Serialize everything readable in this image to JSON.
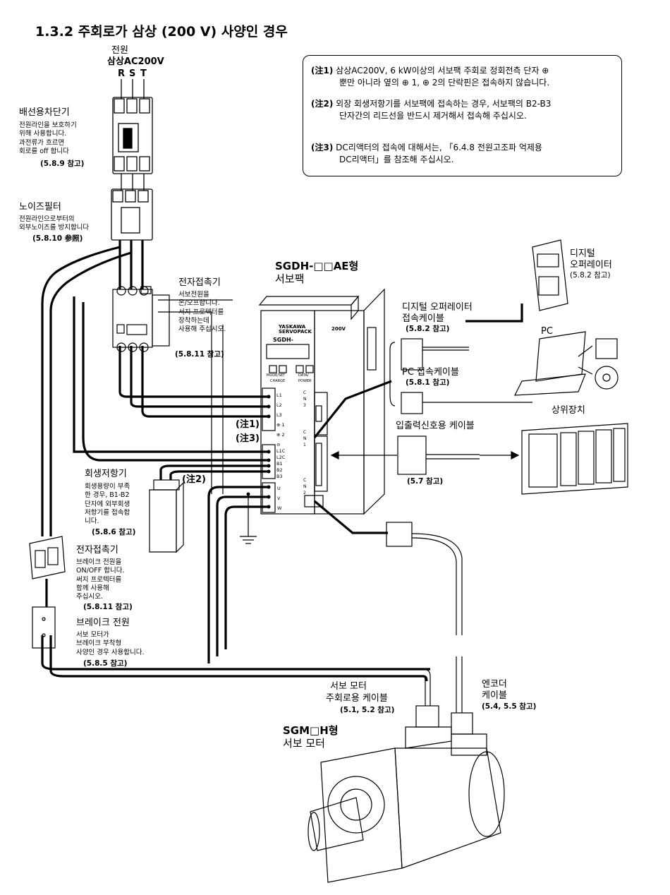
{
  "title": "1.3.2 주회로가 삼상 (200 V) 사양인 경우",
  "power": {
    "label1": "전원",
    "label2": "삼상AC200V",
    "phases": [
      "R",
      "S",
      "T"
    ]
  },
  "notes": [
    {
      "tag": "(注1)",
      "line1": "삼상AC200V, 6 kW이상의 서보팩 주회로 정회전측 단자 ⊕",
      "line2": "뿐만 아니라 옆의   ⊕ 1, ⊕ 2의 단락핀은 접속하지 않습니다."
    },
    {
      "tag": "(注2)",
      "line1": "외장 회생저항기를 서보팩에 접속하는 경우, 서보팩의 B2-B3",
      "line2": "단자간의 리드선을 반드시 제거해서 접속해 주십시오."
    },
    {
      "tag": "(注3)",
      "line1": "DC리액터의 접속에 대해서는, 「6.4.8 전원고조파 억제용",
      "line2": "DC리액터」를 참조해 주십시오."
    }
  ],
  "breaker": {
    "title": "배선용차단기",
    "desc": [
      "전원라인을 보호하기",
      "위해 사용합니다.",
      "과전류가 흐르면",
      "회로를 off 합니다"
    ],
    "ref": "(5.8.9 참고)"
  },
  "noise_filter": {
    "title": "노이즈필터",
    "desc": [
      "전원라인으로부터의",
      "외부노이즈를 방지합니다"
    ],
    "ref": "(5.8.10 参照)"
  },
  "contactor1": {
    "title": "전자접촉기",
    "desc": [
      "서보전원을",
      "온/오프합니다.",
      "서지 프로텍터를",
      "장착하는데",
      "사용해 주십시오."
    ],
    "ref": "(5.8.11 참고)"
  },
  "servopack": {
    "model": "SGDH-□□AE형",
    "name": "서보팩",
    "brand1": "YASKAWA",
    "brand2": "SERVOPACK",
    "voltage": "200V",
    "model_small": "SGDH-",
    "terminals_top": [
      "L1",
      "L2",
      "L3",
      "⊕ 1",
      "⊕ 2",
      "⊖"
    ],
    "terminals_mid": [
      "L1C",
      "L2C",
      "B1",
      "B2",
      "B3"
    ],
    "terminals_bot": [
      "U",
      "V",
      "W"
    ],
    "cn3": "C N 3",
    "cn1": "C N 1",
    "cn2": "C N 2",
    "mode": "MODE/SET",
    "data": "DATA/",
    "charge": "CHARGE",
    "power": "POWER"
  },
  "note1_tag": "(注1)",
  "note3_tag": "(注3)",
  "note2_tag": "(注2)",
  "digital_operator": {
    "title1": "디지털",
    "title2": "오퍼레이터",
    "ref": "(5.8.2 참고)"
  },
  "operator_cable": {
    "title1": "디지털 오퍼레이터",
    "title2": "접속케이블",
    "ref": "(5.8.2 참고)"
  },
  "pc": {
    "title": "PC"
  },
  "pc_cable": {
    "title": "PC 접속케이블",
    "ref": "(5.8.1 참고)"
  },
  "host": {
    "title": "상위장치"
  },
  "io_cable": {
    "title": "입출력신호용 케이블",
    "ref": "(5.7 참고)"
  },
  "regen": {
    "title": "회생저항기",
    "desc": [
      "회생용량이 부족",
      "한 경우, B1-B2",
      "단자에 외부회생",
      "저항기를 접속합",
      "니다."
    ],
    "ref": "(5.8.6 참고)"
  },
  "contactor2": {
    "title": "전자접촉기",
    "desc": [
      "브레이크 전원을",
      "ON/OFF 합니다.",
      "써지 프로텍터를",
      "함께 사용해",
      "주십시오."
    ],
    "ref": "(5.8.11 참고)"
  },
  "brake_power": {
    "title": "브레이크 전원",
    "desc": [
      "서보 모터가",
      "브레이크 부착형",
      "사양인 경우 사용합니다."
    ],
    "ref": "(5.8.5 참고)"
  },
  "motor_cable": {
    "title1": "서보 모터",
    "title2": "주회로용 케이블",
    "ref": "(5.1, 5.2 참고)"
  },
  "encoder_cable": {
    "title1": "엔코더",
    "title2": "케이블",
    "ref": "(5.4, 5.5 참고)"
  },
  "motor": {
    "model": "SGM□H형",
    "name": "서보 모터"
  }
}
